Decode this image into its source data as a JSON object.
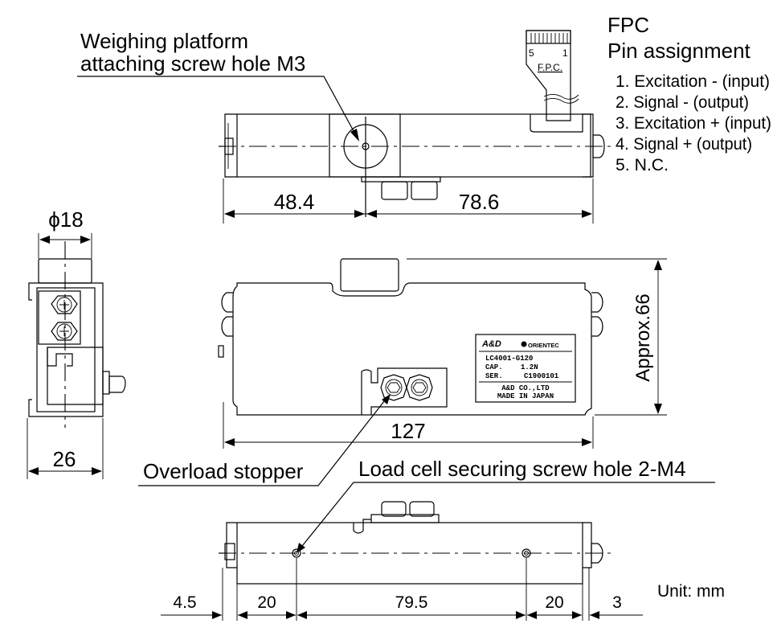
{
  "title": "Load cell dimensional drawing",
  "callouts": {
    "weighing_platform_line1": "Weighing platform",
    "weighing_platform_line2": "attaching screw hole M3",
    "overload_stopper": "Overload stopper",
    "load_cell_securing": "Load cell securing screw hole 2-M4"
  },
  "fpc": {
    "title_line1": "FPC",
    "title_line2": "Pin assignment",
    "connector_label": "F.P.C.",
    "connector_pin_left": "5",
    "connector_pin_right": "1",
    "pins": [
      "1. Excitation - (input)",
      "2. Signal - (output)",
      "3. Excitation + (input)",
      "4. Signal + (output)",
      "5. N.C."
    ]
  },
  "dimensions": {
    "top_left": "48.4",
    "top_right": "78.6",
    "diameter": "ϕ18",
    "side_width": "26",
    "overall_length": "127",
    "height": "Approx.66",
    "bottom": [
      "4.5",
      "20",
      "79.5",
      "20",
      "3"
    ]
  },
  "nameplate": {
    "brand": "A&D",
    "partner": "ORIENTEC",
    "model": "LC4001-G120",
    "cap_label": "CAP.",
    "cap_value": "1.2N",
    "ser_label": "SER.",
    "ser_value": "C1900101",
    "maker": "A&D CO.,LTD",
    "origin": "MADE IN JAPAN"
  },
  "unit": "Unit: mm"
}
